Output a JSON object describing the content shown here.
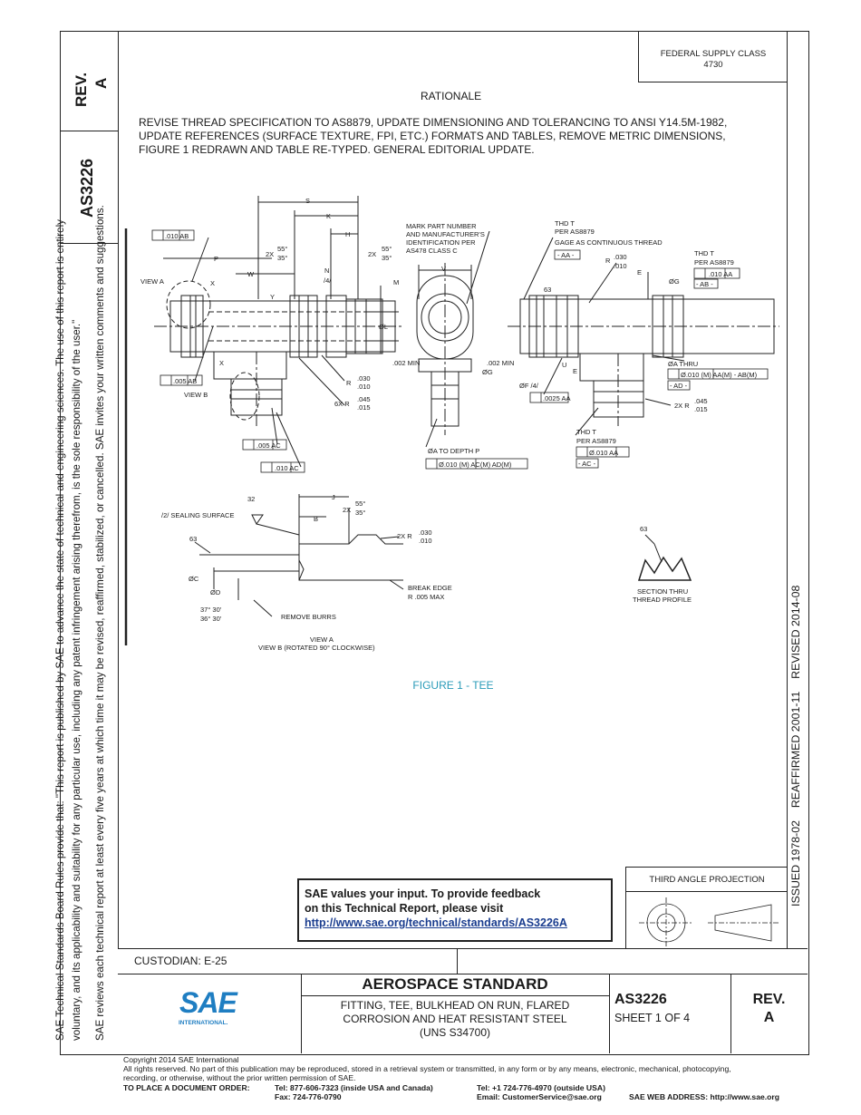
{
  "side": {
    "rev_label": "REV.",
    "rev_value": "A",
    "doc_number": "AS3226",
    "disclaimer_1": "SAE Technical Standards Board Rules provide that: \"This report is published by SAE to advance the state of technical and engineering sciences. The use of this report is entirely",
    "disclaimer_2": "voluntary, and its applicability and suitability for any particular use, including any patent infringement arising therefrom, is the sole responsibility of the user.\"",
    "disclaimer_3": "SAE reviews each technical report at least every five years at which time it may be revised, reaffirmed, stabilized, or cancelled. SAE invites your written comments and suggestions.",
    "dates": "ISSUED 1978-02    REAFFIRMED 2001-11    REVISED 2014-08"
  },
  "header": {
    "fsc_label": "FEDERAL SUPPLY CLASS",
    "fsc_value": "4730"
  },
  "rationale": {
    "title": "RATIONALE",
    "line1": "REVISE THREAD SPECIFICATION TO AS8879, UPDATE DIMENSIONING AND TOLERANCING TO ANSI Y14.5M-1982,",
    "line2": "UPDATE REFERENCES (SURFACE TEXTURE, FPI, ETC.) FORMATS AND TABLES, REMOVE METRIC DIMENSIONS,",
    "line3": "FIGURE 1 REDRAWN AND TABLE RE-TYPED. GENERAL EDITORIAL UPDATE."
  },
  "drawing": {
    "labels": {
      "s": "S",
      "k": "K",
      "h": "H",
      "p": "P",
      "w": "W",
      "n": "N",
      "n4": "/4/",
      "m": "M",
      "y": "Y",
      "x1": "X",
      "x2": "X",
      "l": "ØL",
      "r1": "R",
      "r1v": ".030",
      "r1v2": ".010",
      "r6": "6X R",
      "r6v": ".045",
      "r6v2": ".015",
      "ang55": "55°",
      "ang35": "35°",
      "twox": "2X",
      "view_a": "VIEW A",
      "view_b": "VIEW B",
      "tol_010ab": ".010 AB",
      "tol_005ab": ".005 AB",
      "tol_005ac": ".005 AC",
      "tol_010ac": ".010 AC",
      "mark1": "MARK PART NUMBER",
      "mark2": "AND MANUFACTURER'S",
      "mark3": "IDENTIFICATION PER",
      "mark4": "AS478 CLASS C",
      "v": "V",
      "min1": ".002 MIN",
      "min2": ".002 MIN",
      "g": "ØG",
      "f4": "ØF /4/",
      "tol_0025aa": ".0025 AA",
      "depth": "ØA TO DEPTH P",
      "fcf_depth": "Ø.010 (M) AC(M) AD(M)",
      "thd1": "THD T",
      "thd1b": "PER AS8879",
      "thd1c": "GAGE AS CONTINUOUS THREAD",
      "aa": "- AA -",
      "r2": "R",
      "r2v": ".030",
      "r2v2": ".010",
      "e1": "E",
      "e2": "E",
      "u": "U",
      "g2": "ØG",
      "n63a": "63",
      "thd2": "THD T",
      "thd2b": "PER AS8879",
      "tol_010aa": ".010 AA",
      "ab": "- AB -",
      "athru": "ØA THRU",
      "fcf_thru": "Ø.010 (M) AA(M) - AB(M)",
      "ad": "- AD -",
      "r2x": "2X R",
      "r2xv": ".045",
      "r2xv2": ".015",
      "thd3": "THD T",
      "thd3b": "PER AS8879",
      "fcf_010aa": "Ø.010 AA",
      "ac": "- AC -",
      "n32": "32",
      "sealing": "/2/ SEALING SURFACE",
      "j": "J",
      "b": "B",
      "n63b": "63",
      "c": "ØC",
      "d": "ØD",
      "ang37": "37° 30'",
      "ang36": "36° 30'",
      "remove_burrs": "REMOVE BURRS",
      "r2xb": "2X R",
      "r2xbv": ".030",
      "r2xbv2": ".010",
      "break1": "BREAK EDGE",
      "break2": "R .005 MAX",
      "view_a2": "VIEW A",
      "view_b2": "VIEW B (ROTATED 90° CLOCKWISE)",
      "n63c": "63",
      "section1": "SECTION THRU",
      "section2": "THREAD PROFILE"
    },
    "caption": "FIGURE 1 - TEE"
  },
  "feedback": {
    "line1": "SAE values your input. To provide feedback",
    "line2": "on this Technical Report, please visit",
    "url": "http://www.sae.org/technical/standards/AS3226A"
  },
  "projection": {
    "label": "THIRD ANGLE PROJECTION"
  },
  "title_block": {
    "custodian": "CUSTODIAN: E-25",
    "standard": "AEROSPACE STANDARD",
    "desc1": "FITTING, TEE, BULKHEAD ON RUN, FLARED",
    "desc2": "CORROSION AND HEAT RESISTANT STEEL",
    "desc3": "(UNS S34700)",
    "doc": "AS3226",
    "sheet": "SHEET 1 OF 4",
    "rev_label": "REV.",
    "rev_value": "A",
    "logo": "SAE",
    "logo_sub": "INTERNATIONAL."
  },
  "footer": {
    "copyright": "Copyright 2014 SAE International",
    "rights1": "All rights reserved. No part of this publication may be reproduced, stored in a retrieval system or transmitted, in any form or by any means, electronic, mechanical, photocopying,",
    "rights2": "recording, or otherwise, without the prior written permission of SAE.",
    "order_label": "TO PLACE A DOCUMENT ORDER:",
    "tel1": "Tel: 877-606-7323 (inside USA and Canada)",
    "fax": "Fax: 724-776-0790",
    "tel2": "Tel: +1 724-776-4970 (outside USA)",
    "email": "Email: CustomerService@sae.org",
    "web": "SAE WEB ADDRESS: http://www.sae.org"
  }
}
